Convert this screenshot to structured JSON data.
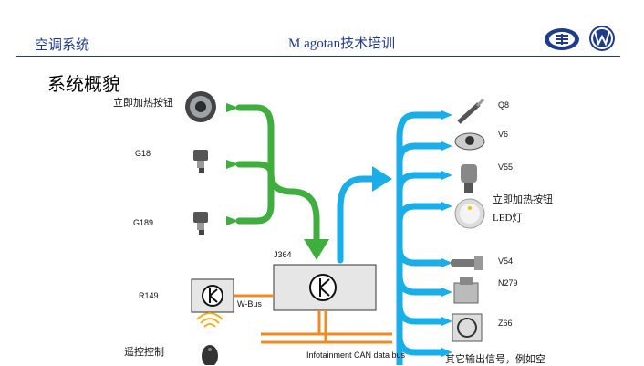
{
  "header": {
    "left_title": "空调系统",
    "center_title": "M agotan技术培训"
  },
  "subtitle": "系统概貌",
  "inputs": [
    {
      "label": "立即加热按钮"
    },
    {
      "label": "G18"
    },
    {
      "label": "G189"
    }
  ],
  "controller": {
    "label": "J364"
  },
  "r149": {
    "label": "R149"
  },
  "bus_labels": {
    "wbus": "W-Bus",
    "can": "Infotainment CAN data bus"
  },
  "remote": {
    "label": "遥控控制"
  },
  "outputs": [
    {
      "label": "Q8"
    },
    {
      "label": "V6"
    },
    {
      "label": "V55"
    },
    {
      "label": "立即加热按钮"
    },
    {
      "label": "LED灯"
    },
    {
      "label": "V54"
    },
    {
      "label": "N279"
    },
    {
      "label": "Z66"
    },
    {
      "label": "其它输出信号，例如空"
    }
  ],
  "colors": {
    "header_blue": "#1f3b8a",
    "green": "#3fae3f",
    "cyan": "#1aaee8",
    "orange": "#f08a24"
  }
}
